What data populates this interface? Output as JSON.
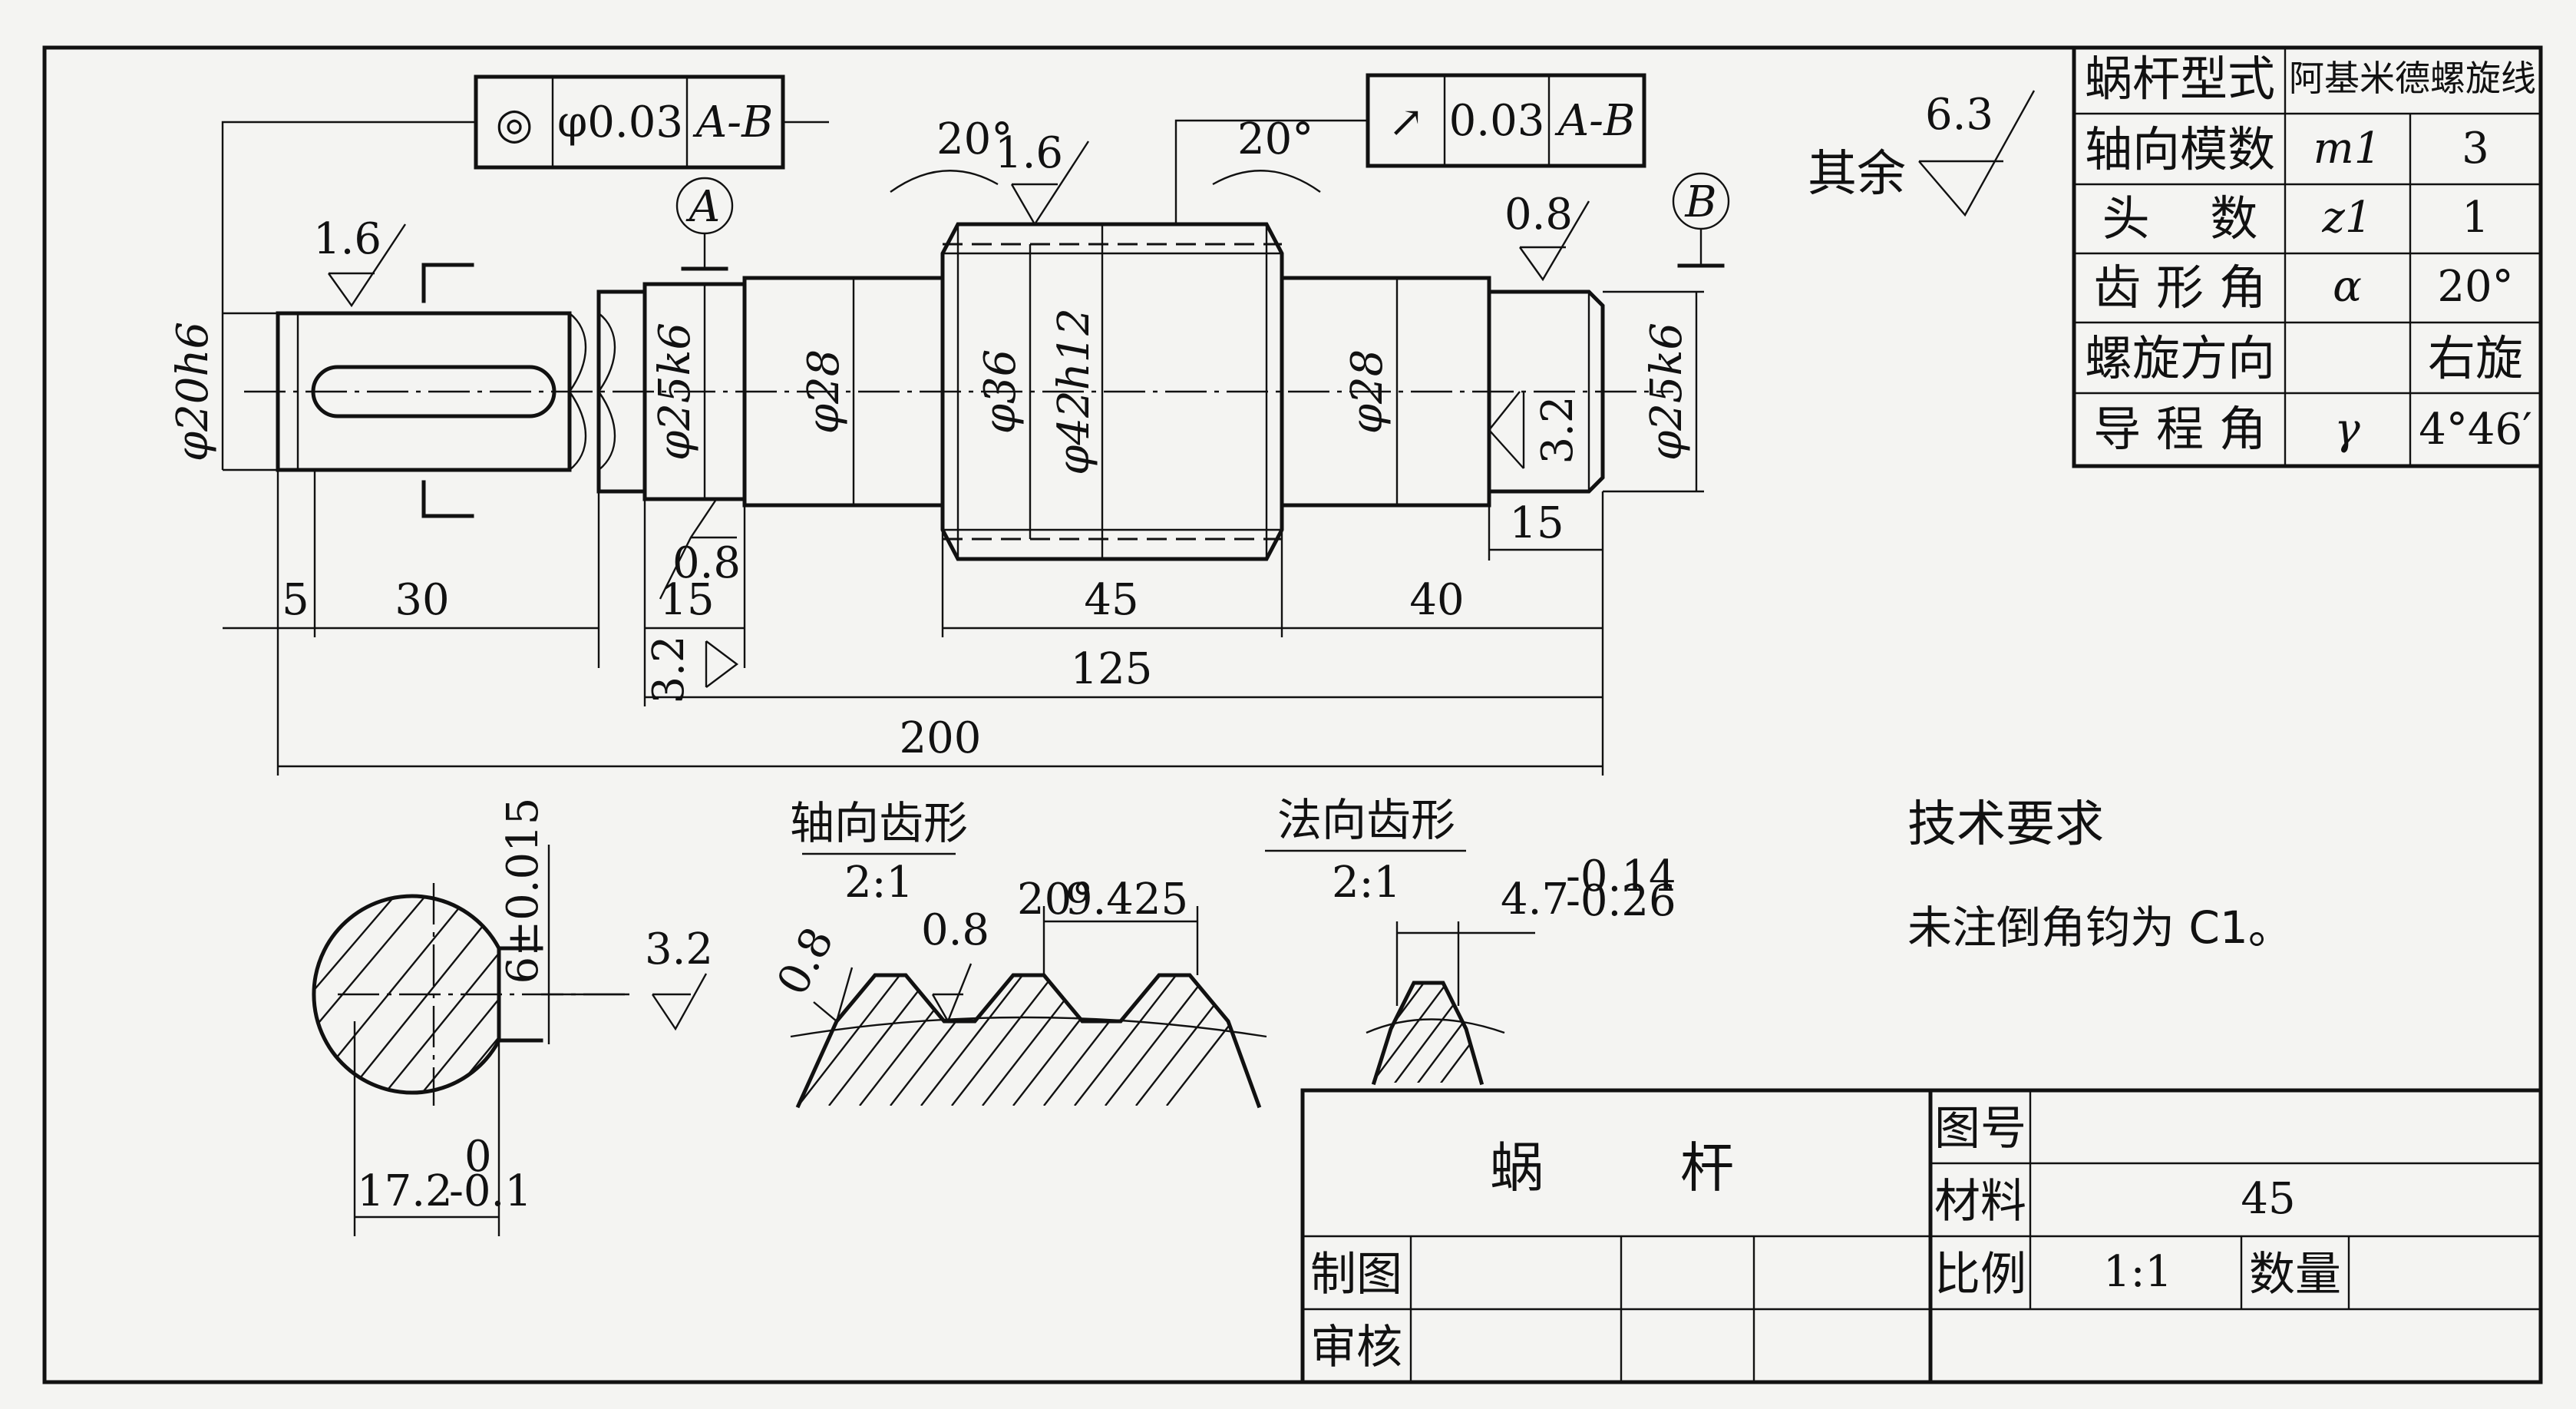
{
  "part_name": "蜗        杆",
  "other_surfaces_label": "其余",
  "other_surfaces_roughness": "6.3",
  "params": [
    {
      "name": "蜗杆型式",
      "symbol": "",
      "value": "阿基米德螺旋线"
    },
    {
      "name": "轴向模数",
      "symbol": "m1",
      "value": "3"
    },
    {
      "name": "头    数",
      "symbol": "z1",
      "value": "1"
    },
    {
      "name": "齿 形 角",
      "symbol": "α",
      "value": "20°"
    },
    {
      "name": "螺旋方向",
      "symbol": "",
      "value": "右旋"
    },
    {
      "name": "导 程 角",
      "symbol": "γ",
      "value": "4°46′"
    }
  ],
  "tolerances": {
    "coaxiality": {
      "symbol": "◎",
      "value": "φ0.03",
      "datum": "A-B"
    },
    "runout": {
      "symbol": "↗",
      "value": "0.03",
      "datum": "A-B"
    }
  },
  "datums": [
    "A",
    "B"
  ],
  "diameters": [
    "φ20h6",
    "φ25k6",
    "φ28",
    "φ36",
    "φ42h12",
    "φ28",
    "φ25k6"
  ],
  "lengths": [
    "5",
    "30",
    "15",
    "45",
    "40",
    "15",
    "125",
    "200"
  ],
  "roughness": [
    "1.6",
    "1.6",
    "0.8",
    "0.8",
    "3.2",
    "3.2",
    "3.2",
    "0.8",
    "0.8"
  ],
  "angles": [
    "20°",
    "20°",
    "20°"
  ],
  "section": {
    "keyway_width": "6±0.015",
    "depth_main": "17.2",
    "depth_upper": "0",
    "depth_lower": "-0.1"
  },
  "axial_profile": {
    "title": "轴向齿形",
    "scale": "2:1",
    "pitch": "9.425"
  },
  "normal_profile": {
    "title": "法向齿形",
    "scale": "2:1",
    "thickness_main": "4.7",
    "thickness_upper": "-0.14",
    "thickness_lower": "-0.26"
  },
  "tech_req": {
    "title": "技术要求",
    "text": "未注倒角钧为 C1。"
  },
  "title_block": {
    "drawing_no_label": "图号",
    "drawing_no": "",
    "material_label": "材料",
    "material": "45",
    "scale_label": "比例",
    "scale": "1:1",
    "quantity_label": "数量",
    "quantity": "",
    "drawn_label": "制图",
    "checked_label": "审核"
  }
}
